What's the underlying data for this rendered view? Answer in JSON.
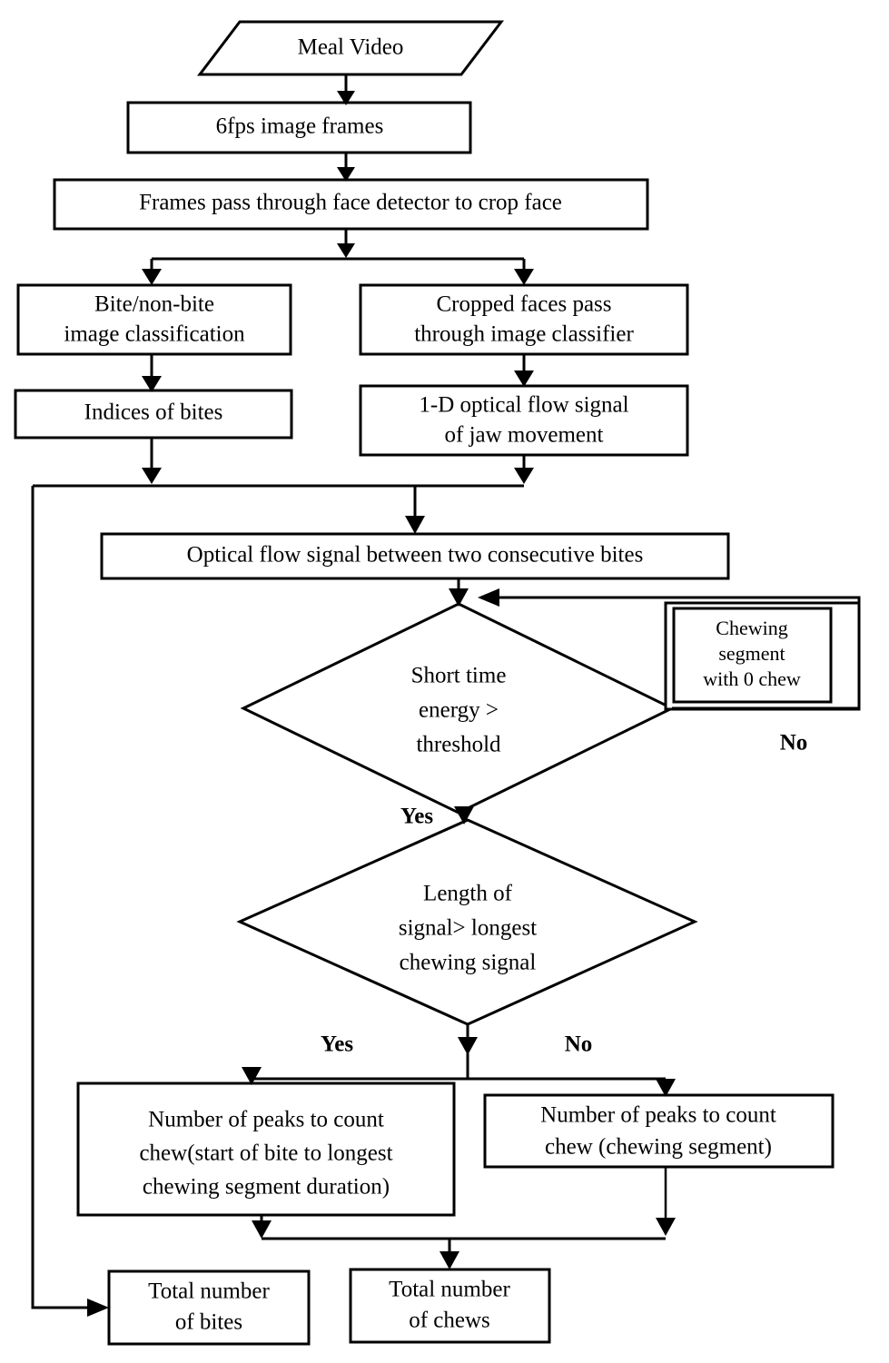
{
  "diagram": {
    "title": "Meal video chewing and bite counting pipeline flowchart",
    "colors": {
      "background": "#ffffff",
      "stroke": "#000000",
      "fill": "#ffffff"
    },
    "nodes": {
      "meal_video": {
        "shape": "parallelogram",
        "label": "Meal Video"
      },
      "image_frames": {
        "shape": "process",
        "label": "6fps image frames"
      },
      "face_detector": {
        "shape": "process",
        "label": "Frames pass through face detector to crop face"
      },
      "bite_classification": {
        "shape": "process",
        "line1": "Bite/non-bite",
        "line2": "image classification"
      },
      "cropped_faces": {
        "shape": "process",
        "line1": "Cropped faces pass",
        "line2": "through image classifier"
      },
      "indices_of_bites": {
        "shape": "process",
        "label": "Indices of bites"
      },
      "optical_flow_jaw": {
        "shape": "process",
        "line1": "1-D optical flow signal",
        "line2": "of jaw movement"
      },
      "optical_flow_between_bites": {
        "shape": "process",
        "label": "Optical flow signal between two consecutive bites"
      },
      "short_time_energy": {
        "shape": "decision",
        "line1": "Short time",
        "line2": "energy >",
        "line3": "threshold"
      },
      "chewing_segment_zero": {
        "shape": "double-process",
        "line1": "Chewing",
        "line2": "segment",
        "line3": "with 0 chew"
      },
      "length_of_signal": {
        "shape": "decision",
        "line1": "Length of",
        "line2": "signal> longest",
        "line3": "chewing signal"
      },
      "peaks_longest": {
        "shape": "process",
        "line1": "Number of peaks to count",
        "line2": "chew(start of bite to longest",
        "line3": "chewing segment duration)"
      },
      "peaks_segment": {
        "shape": "process",
        "line1": "Number of peaks to count",
        "line2": "chew (chewing segment)"
      },
      "total_bites": {
        "shape": "process",
        "line1": "Total number",
        "line2": "of bites"
      },
      "total_chews": {
        "shape": "process",
        "line1": "Total number",
        "line2": "of chews"
      }
    },
    "branch_labels": {
      "energy_no": "No",
      "energy_yes": "Yes",
      "length_yes": "Yes",
      "length_no": "No"
    }
  }
}
